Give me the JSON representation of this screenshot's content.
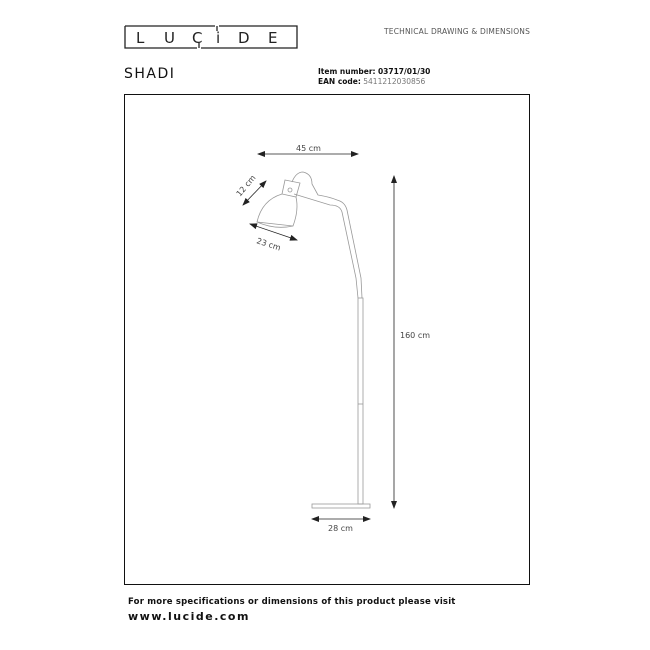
{
  "header": {
    "logo_letters": [
      "L",
      "U",
      "C",
      "i",
      "D",
      "E"
    ],
    "subtitle": "TECHNICAL DRAWING & DIMENSIONS"
  },
  "product": {
    "name": "SHADI",
    "item_number_label": "Item number:",
    "item_number": "03717/01/30",
    "ean_label": "EAN code:",
    "ean": "5411212030856"
  },
  "dimensions": {
    "width": "45 cm",
    "shade_height": "12 cm",
    "shade_diameter": "23 cm",
    "total_height": "160 cm",
    "base_diameter": "28 cm"
  },
  "footer": {
    "line1": "For more specifications or dimensions of this product please visit",
    "url": "www.lucide.com"
  }
}
